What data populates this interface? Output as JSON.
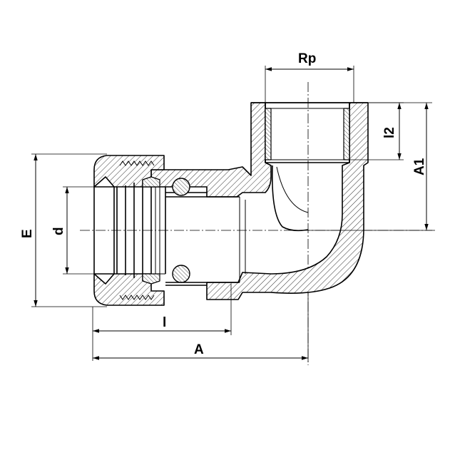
{
  "labels": {
    "rp": "Rp",
    "l2": "l2",
    "a1": "A1",
    "e": "E",
    "d": "d",
    "l": "l",
    "a": "A"
  }
}
